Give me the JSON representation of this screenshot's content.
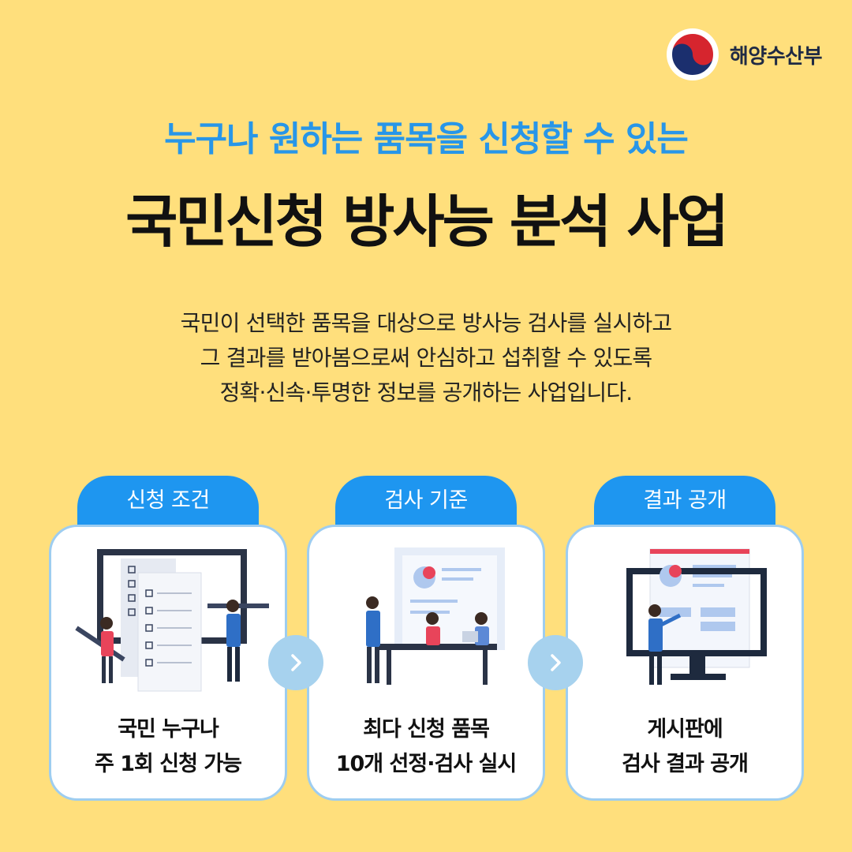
{
  "logo": {
    "name": "해양수산부"
  },
  "header": {
    "subtitle": "누구나 원하는 품목을 신청할 수 있는",
    "title": "국민신청 방사능 분석 사업"
  },
  "description": {
    "line1": "국민이 선택한 품목을 대상으로 방사능 검사를 실시하고",
    "line2": "그 결과를 받아봄으로써 안심하고 섭취할 수 있도록",
    "line3": "정확·신속·투명한 정보를 공개하는 사업입니다."
  },
  "cards": [
    {
      "tab": "신청 조건",
      "line1": "국민 누구나",
      "line2": "주 1회 신청 가능"
    },
    {
      "tab": "검사 기준",
      "line1": "최다 신청 품목",
      "line2": "10개 선정·검사 실시"
    },
    {
      "tab": "결과 공개",
      "line1": "게시판에",
      "line2": "검사 결과 공개"
    }
  ],
  "colors": {
    "background": "#FFDF7C",
    "accent_blue": "#1E96F0",
    "subtitle_blue": "#2896E8",
    "arrow_circle": "#A7D2EE"
  },
  "icons": [
    "government-emblem-icon",
    "checklist-illustration",
    "team-meeting-illustration",
    "presentation-board-illustration",
    "chevron-right-icon"
  ]
}
